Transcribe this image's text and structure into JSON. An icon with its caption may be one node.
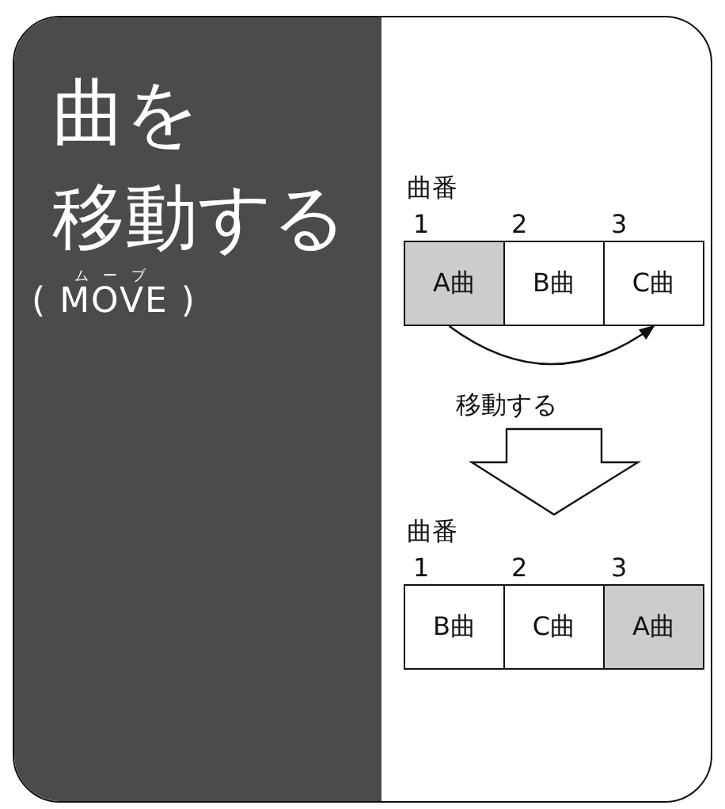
{
  "diagram": {
    "title": "曲を移動する",
    "nodes": [
      {
        "text": [
          "A曲"
        ]
      },
      {
        "text": [
          "B曲"
        ]
      },
      {
        "text": [
          "C曲"
        ]
      },
      {
        "text": [
          "B曲"
        ]
      },
      {
        "text": [
          "C曲"
        ]
      },
      {
        "text": [
          "A曲"
        ]
      }
    ],
    "edges": [
      {
        "from": 0,
        "to": 2,
        "arrow": "to"
      }
    ],
    "labels": [
      "ムーブ",
      "( MOVE )",
      "曲番",
      "1",
      "2",
      "3",
      "移動する",
      "曲番",
      "1",
      "2",
      "3"
    ]
  }
}
